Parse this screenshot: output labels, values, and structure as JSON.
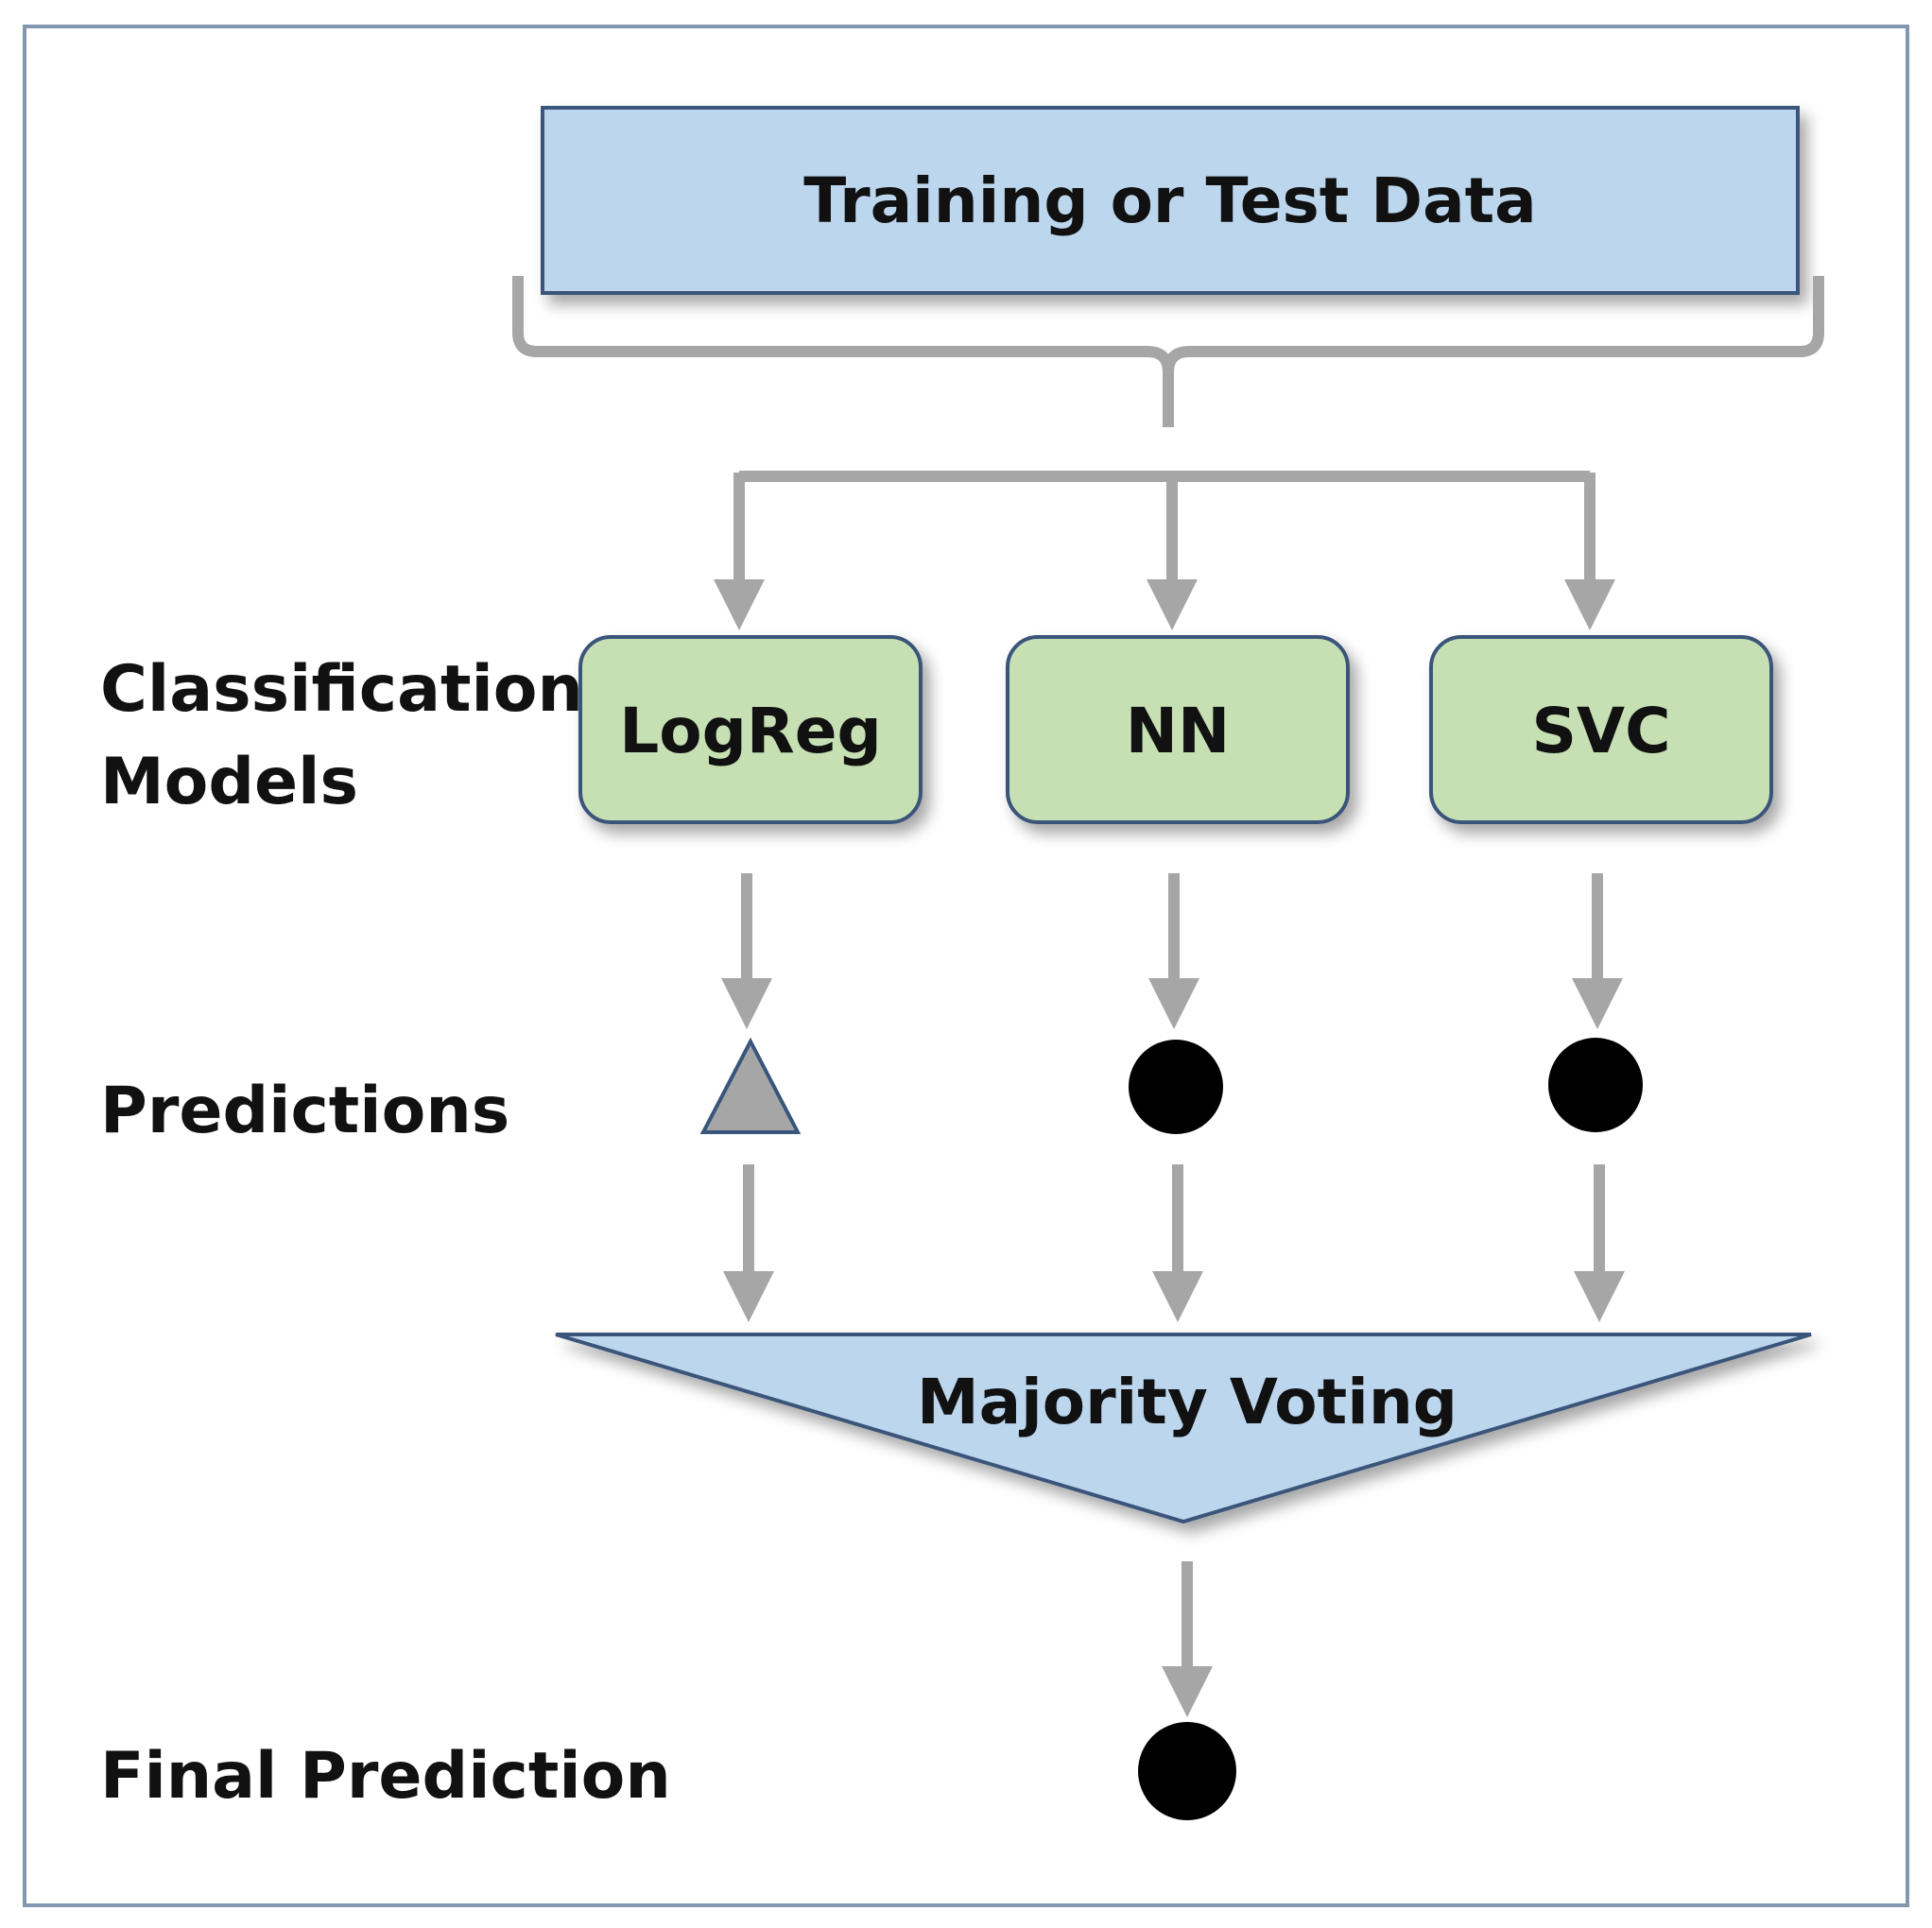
{
  "title": "",
  "input": {
    "label": "Training or Test Data"
  },
  "row_labels": {
    "models_line1": "Classification",
    "models_line2": "Models",
    "predictions": "Predictions",
    "final_prediction": "Final Prediction"
  },
  "models": [
    {
      "label": "LogReg",
      "prediction": "triangle"
    },
    {
      "label": "NN",
      "prediction": "circle"
    },
    {
      "label": "SVC",
      "prediction": "circle"
    }
  ],
  "aggregator": {
    "label": "Majority Voting"
  },
  "final": {
    "prediction": "circle"
  },
  "colors": {
    "input_fill": "#bcd6ee",
    "input_stroke": "#3a557a",
    "model_fill": "#c6e0b4",
    "model_stroke": "#3a557a",
    "arrow": "#a6a6a6",
    "triangle_fill": "#a6a6a6",
    "circle_fill": "#000000",
    "frame": "#8497b0"
  }
}
